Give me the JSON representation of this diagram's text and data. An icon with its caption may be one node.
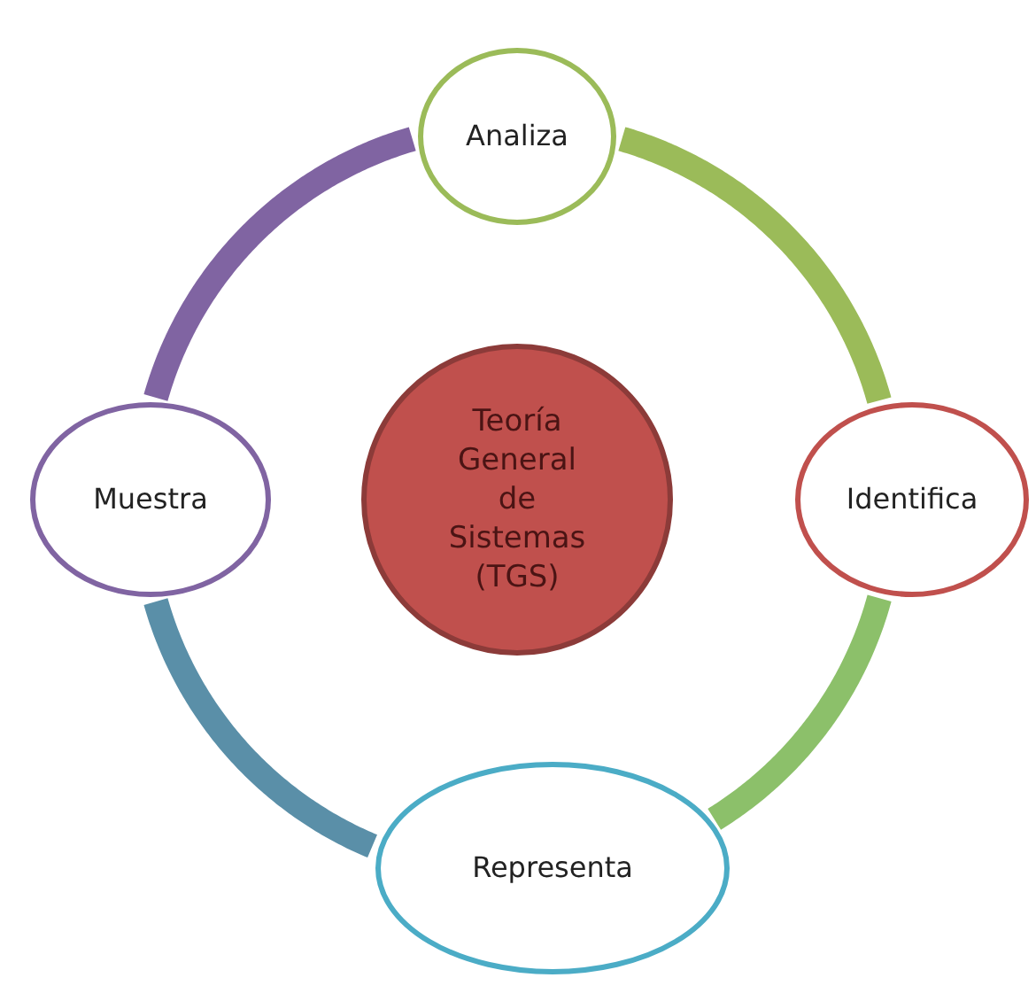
{
  "diagram": {
    "nodes": [
      {
        "text": [
          "Teoría General de Sistemas (TGS)"
        ]
      },
      {
        "text": [
          "Analiza"
        ]
      },
      {
        "text": [
          "Identifica"
        ]
      },
      {
        "text": [
          "Representa"
        ]
      },
      {
        "text": [
          "Muestra"
        ]
      }
    ],
    "edges": [
      {
        "from": 1,
        "to": 2,
        "arrow": "none",
        "color": "#9bbb59"
      },
      {
        "from": 2,
        "to": 3,
        "arrow": "none",
        "color": "#8cc06a"
      },
      {
        "from": 3,
        "to": 4,
        "arrow": "none",
        "color": "#5a8fa8"
      },
      {
        "from": 4,
        "to": 1,
        "arrow": "none",
        "color": "#8064a2"
      }
    ]
  }
}
